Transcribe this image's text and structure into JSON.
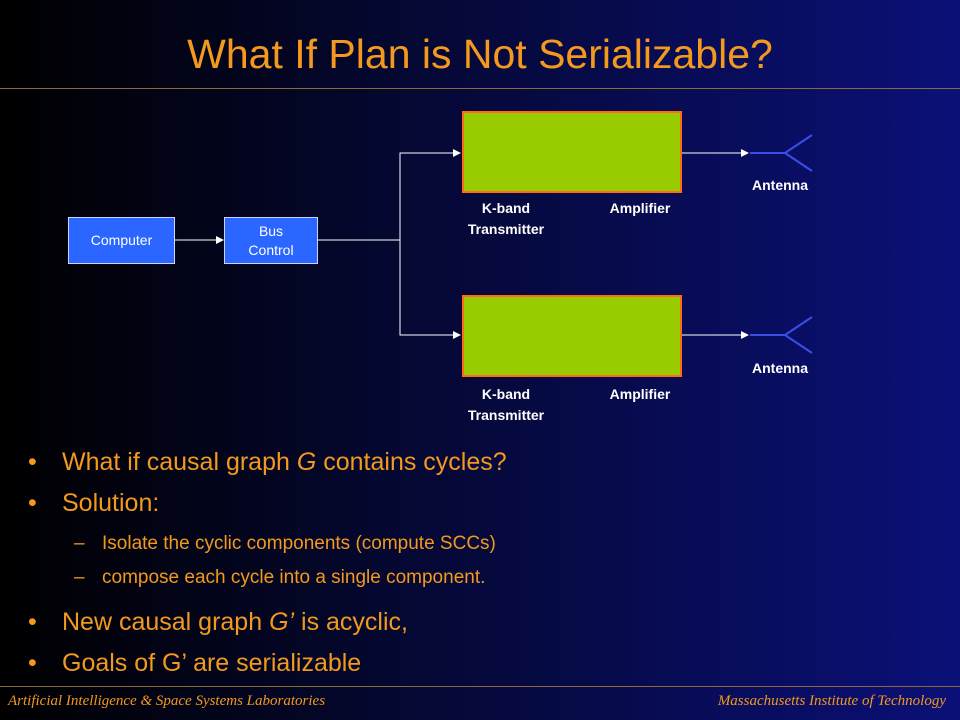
{
  "slide": {
    "title": "What If Plan is Not Serializable?"
  },
  "diagram": {
    "computer": "Computer",
    "bus_control": "Bus Control",
    "channels": [
      {
        "transmitter": "K-band Transmitter",
        "amplifier": "Amplifier",
        "antenna": "Antenna"
      },
      {
        "transmitter": "K-band Transmitter",
        "amplifier": "Amplifier",
        "antenna": "Antenna"
      }
    ]
  },
  "bullets": {
    "b1_pre": "What if causal graph ",
    "b1_g": "G",
    "b1_post": " contains cycles?",
    "b2": "Solution:",
    "sub1": "Isolate the cyclic components (compute SCCs)",
    "sub2": "compose each cycle into a single component.",
    "b3_pre": "New causal graph ",
    "b3_g": "G’",
    "b3_post": " is acyclic,",
    "b4": "Goals of G’ are serializable",
    "dot": "•",
    "dash": "–"
  },
  "footer": {
    "left": "Artificial Intelligence & Space Systems Laboratories",
    "right": "Massachusetts Institute of Technology"
  },
  "colors": {
    "title": "#f2991e",
    "box_blue": "#2a66ff",
    "box_green": "#99cc00",
    "box_green_border": "#ff6a1a",
    "antenna": "#3a4ee6"
  }
}
